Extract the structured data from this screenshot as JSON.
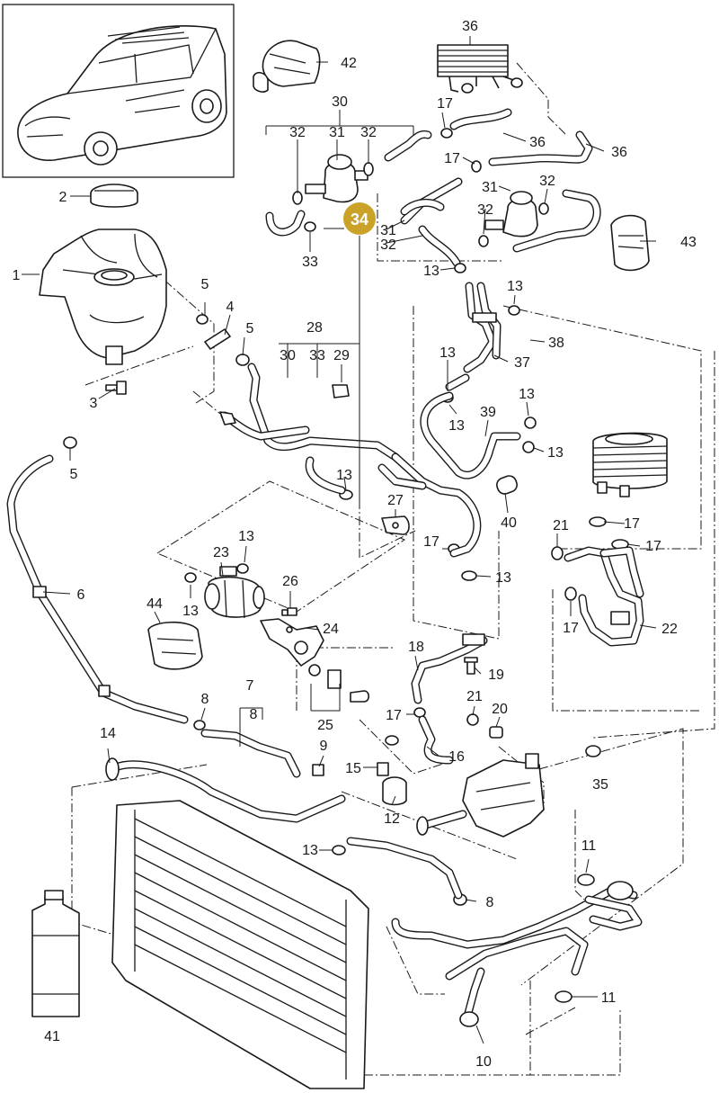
{
  "highlight": {
    "label": "34",
    "color": "#c9a227"
  },
  "callouts": {
    "c1": "1",
    "c2": "2",
    "c3": "3",
    "c4": "4",
    "c5a": "5",
    "c5b": "5",
    "c5c": "5",
    "c6": "6",
    "c7": "7",
    "c8a": "8",
    "c8b": "8",
    "c8c": "8",
    "c9": "9",
    "c10": "10",
    "c11a": "11",
    "c11b": "11",
    "c12": "12",
    "c13a": "13",
    "c13b": "13",
    "c13c": "13",
    "c13d": "13",
    "c13e": "13",
    "c13f": "13",
    "c13g": "13",
    "c13h": "13",
    "c13i": "13",
    "c13j": "13",
    "c13k": "13",
    "c14": "14",
    "c15": "15",
    "c16": "16",
    "c17a": "17",
    "c17b": "17",
    "c17c": "17",
    "c17d": "17",
    "c17e": "17",
    "c17f": "17",
    "c17g": "17",
    "c18": "18",
    "c19": "19",
    "c20": "20",
    "c21a": "21",
    "c21b": "21",
    "c22": "22",
    "c23": "23",
    "c24": "24",
    "c25": "25",
    "c26": "26",
    "c27": "27",
    "c28": "28",
    "c29": "29",
    "c30a": "30",
    "c30b": "30",
    "c31a": "31",
    "c31b": "31",
    "c31c": "31",
    "c32a": "32",
    "c32b": "32",
    "c32c": "32",
    "c32d": "32",
    "c32e": "32",
    "c33a": "33",
    "c33b": "33",
    "c35": "35",
    "c36a": "36",
    "c36b": "36",
    "c36c": "36",
    "c37": "37",
    "c38": "38",
    "c39": "39",
    "c40": "40",
    "c41": "41",
    "c42": "42",
    "c43": "43",
    "c44": "44"
  }
}
